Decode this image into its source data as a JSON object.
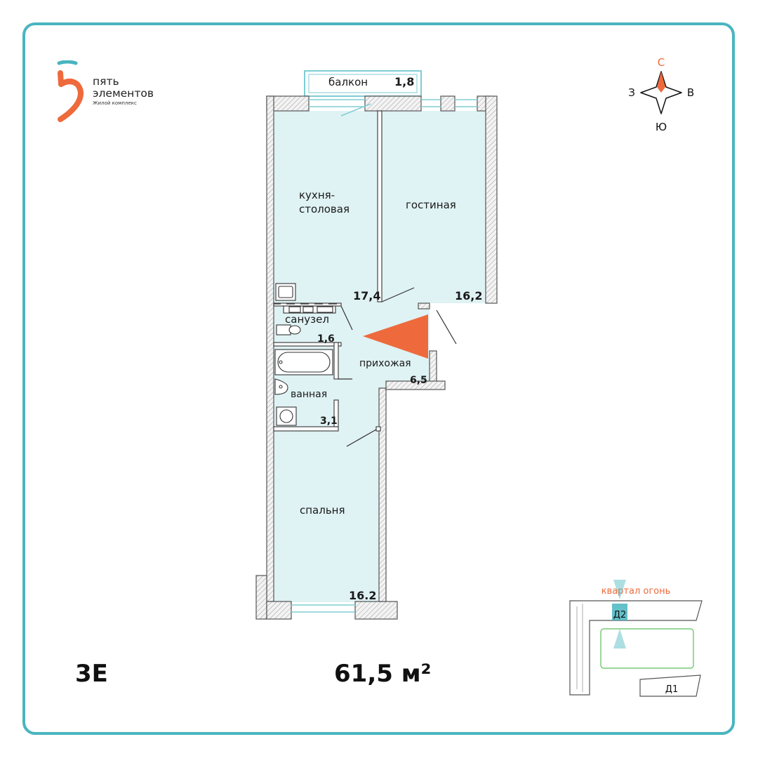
{
  "brand": {
    "name_line1": "пять",
    "name_line2": "элементов",
    "subtitle": "Жилой комплекс"
  },
  "compass": {
    "north": "С",
    "south": "Ю",
    "west": "З",
    "east": "В"
  },
  "rooms": {
    "balcony": {
      "label": "балкон",
      "area": "1,8"
    },
    "kitchen": {
      "label_line1": "кухня-",
      "label_line2": "столовая",
      "area": "17,4"
    },
    "living": {
      "label": "гостиная",
      "area": "16,2"
    },
    "wc": {
      "label": "санузел",
      "area": "1,6"
    },
    "hall": {
      "label": "прихожая",
      "area": "6,5"
    },
    "bath": {
      "label": "ванная",
      "area": "3,1"
    },
    "bedroom": {
      "label": "спальня",
      "area": "16.2"
    }
  },
  "unit": {
    "type": "3Е",
    "total_area": "61,5 м²"
  },
  "site_plan": {
    "district": "квартал огонь",
    "building_current": "Д2",
    "building_other": "Д1"
  },
  "colors": {
    "accent": "#49b5bf",
    "orange": "#ee6a3c",
    "room_fill": "#dff2f4",
    "green": "#5cbf5a"
  }
}
